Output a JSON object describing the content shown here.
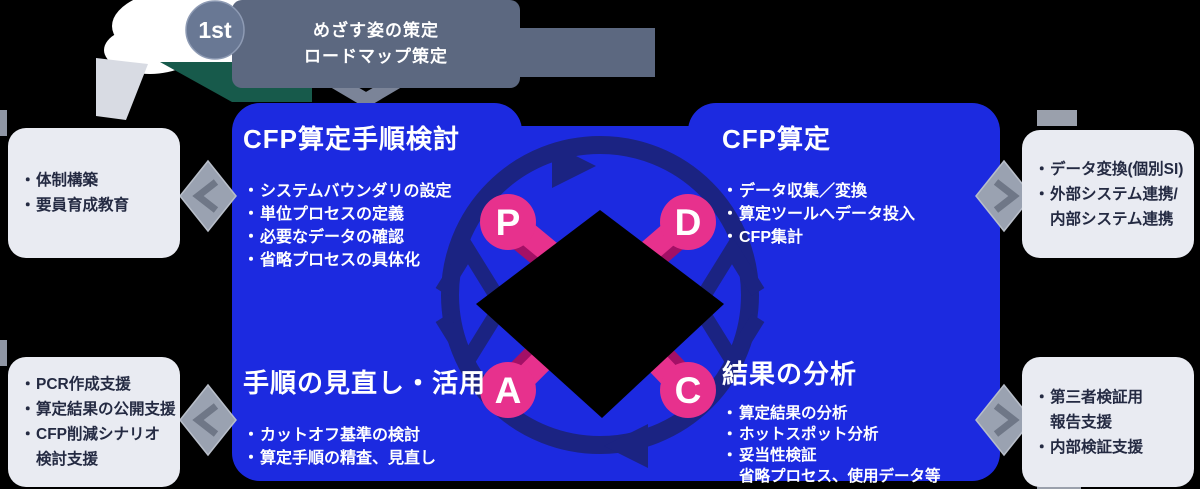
{
  "ui": {
    "bullet_char": "・"
  },
  "banner": {
    "step_badge": "1st",
    "line1": "めざす姿の策定",
    "line2": "ロードマップ策定"
  },
  "cycle": {
    "plan": {
      "letter": "P",
      "title": "CFP算定手順検討",
      "items": [
        "システムバウンダリの設定",
        "単位プロセスの定義",
        "必要なデータの確認",
        "省略プロセスの具体化"
      ]
    },
    "do": {
      "letter": "D",
      "title": "CFP算定",
      "items": [
        "データ収集／変換",
        "算定ツールへデータ投入",
        "CFP集計"
      ]
    },
    "act": {
      "letter": "A",
      "title": "手順の見直し・活用",
      "items": [
        "カットオフ基準の検討",
        "算定手順の精査、見直し"
      ]
    },
    "check": {
      "letter": "C",
      "title": "結果の分析",
      "items": [
        "算定結果の分析",
        "ホットスポット分析",
        "妥当性検証"
      ],
      "note": "省略プロセス、使用データ等"
    }
  },
  "side_panels": {
    "left_top": {
      "lines": [
        {
          "text": "体制構築",
          "bullet": true
        },
        {
          "text": "要員育成教育",
          "bullet": true
        }
      ]
    },
    "left_bottom": {
      "lines": [
        {
          "text": "PCR作成支援",
          "bullet": true
        },
        {
          "text": "算定結果の公開支援",
          "bullet": true
        },
        {
          "text": "CFP削減シナリオ",
          "bullet": true
        },
        {
          "text": "検討支援",
          "bullet": false
        }
      ]
    },
    "right_top": {
      "lines": [
        {
          "text": "データ変換(個別SI)",
          "bullet": true
        },
        {
          "text": "外部システム連携/",
          "bullet": true
        },
        {
          "text": "内部システム連携",
          "bullet": false
        }
      ]
    },
    "right_bottom": {
      "lines": [
        {
          "text": "第三者検証用",
          "bullet": true
        },
        {
          "text": "報告支援",
          "bullet": false
        },
        {
          "text": "内部検証支援",
          "bullet": true
        }
      ]
    }
  },
  "colors": {
    "blue": "#1c2ae0",
    "navy": "#1b2382",
    "pink": "#e7318d",
    "magenta_shadow": "#a31066",
    "slate": "#5c6880",
    "slate_light": "#7b8498",
    "badge": "#697894",
    "teal": "#175a4b",
    "panel": "#e9ebf2",
    "diamond_gray": "#9aa2b1",
    "diamond_chevron": "#6f7787"
  }
}
